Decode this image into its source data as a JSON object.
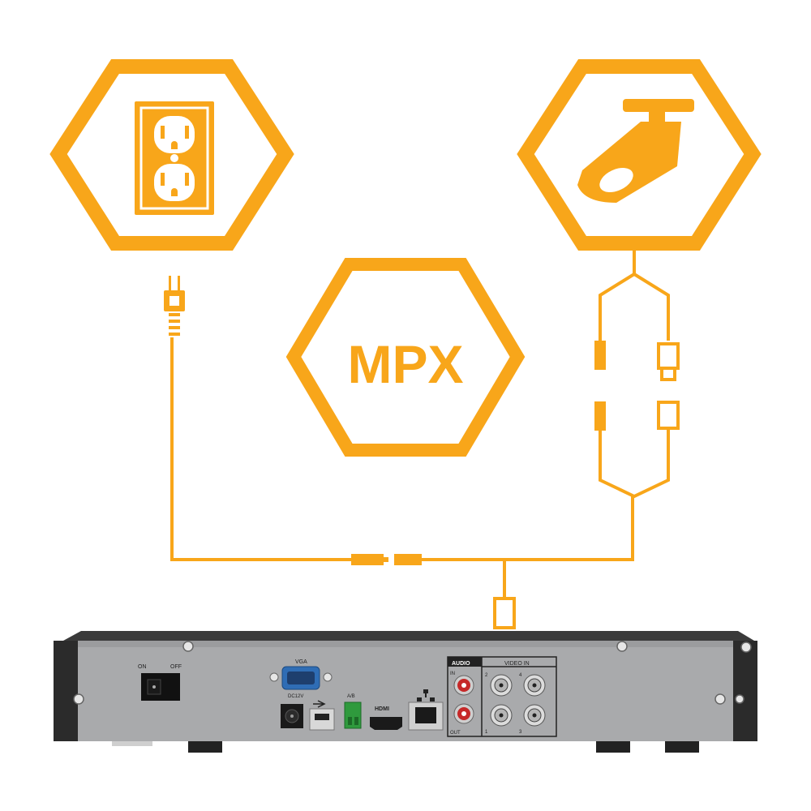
{
  "title": "MPX",
  "colors": {
    "accent": "#f8a61a",
    "device_body": "#a9aaac",
    "device_dark": "#2a2a2a",
    "background": "#ffffff"
  },
  "nodes": [
    {
      "id": "power-outlet",
      "icon": "power-outlet-icon"
    },
    {
      "id": "camera",
      "icon": "security-camera-icon"
    },
    {
      "id": "mpx-logo",
      "icon": "hexagon-logo"
    }
  ],
  "device": {
    "switch_on": "ON",
    "switch_off": "OFF",
    "vga": "VGA",
    "dc12v": "DC12V",
    "ab": "A/B",
    "hdmi": "HDMI",
    "audio": "AUDIO",
    "video_in": "VIDEO IN",
    "audio_in": "IN",
    "audio_out": "OUT",
    "ch1": "1",
    "ch2": "2",
    "ch3": "3",
    "ch4": "4"
  }
}
